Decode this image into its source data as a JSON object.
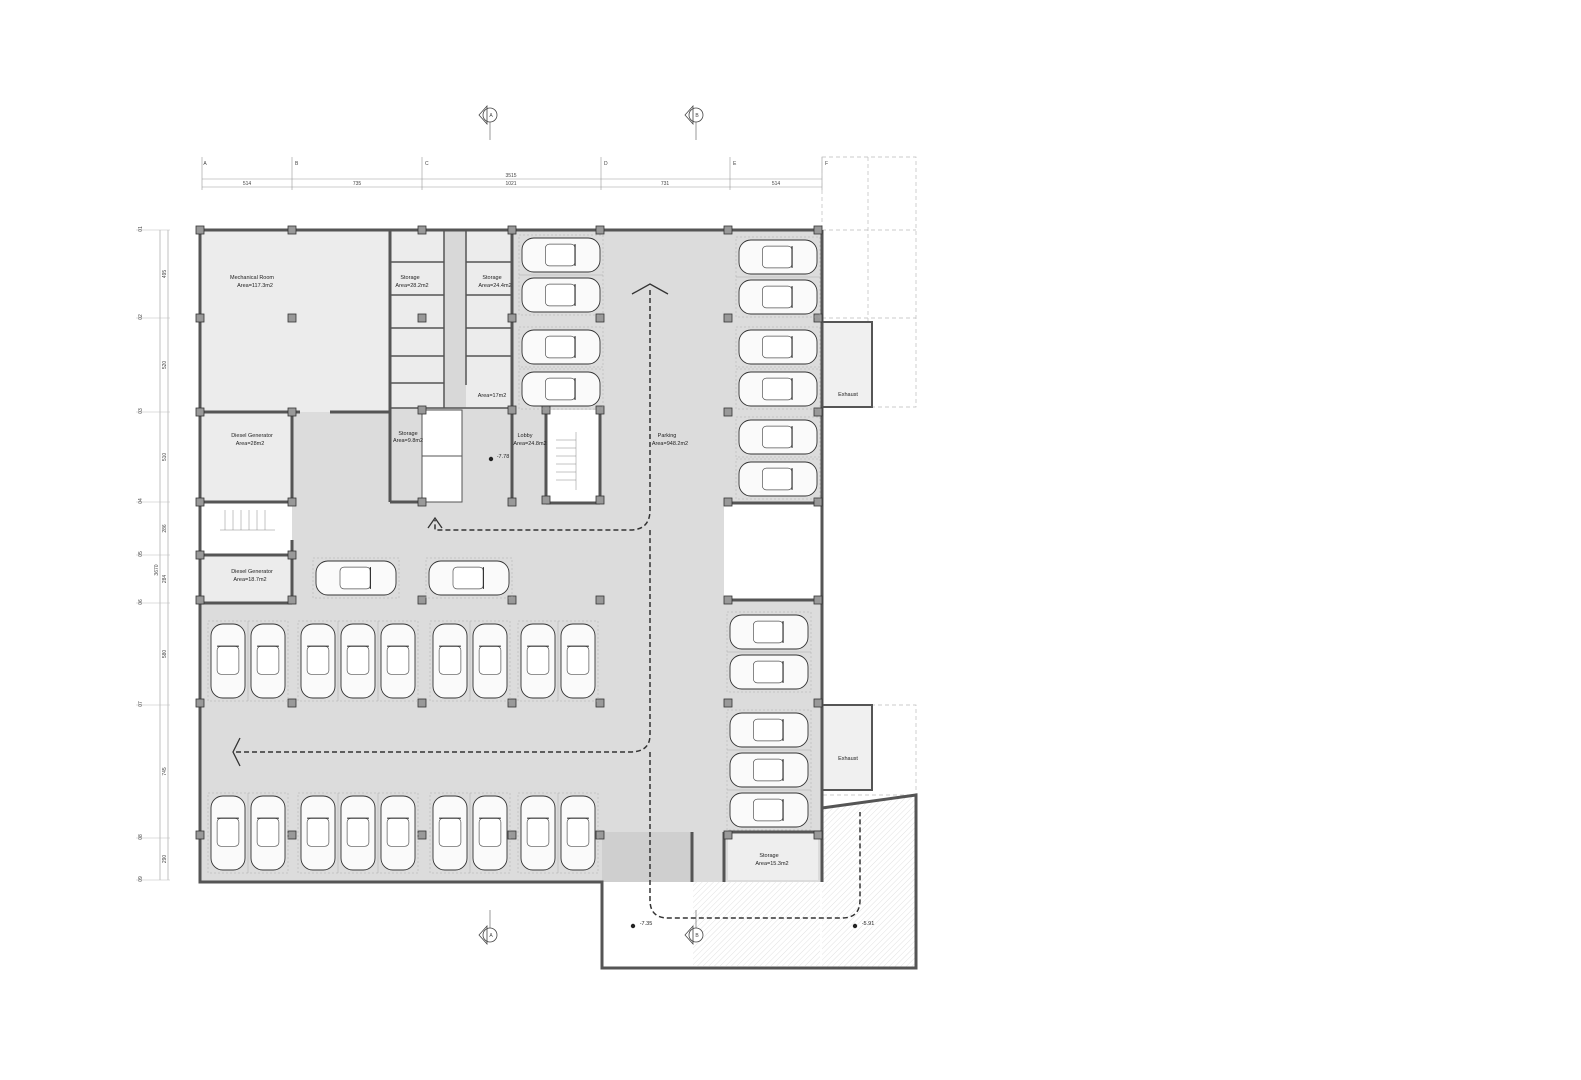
{
  "plan": {
    "grid_labels": [
      "A",
      "B",
      "C",
      "D",
      "E",
      "F"
    ],
    "overall_width": "3515",
    "bay_widths": [
      "514",
      "735",
      "1021",
      "731",
      "514"
    ],
    "row_labels": [
      "01",
      "02",
      "03",
      "04",
      "05",
      "06",
      "07",
      "08",
      "09"
    ],
    "overall_depth": "3670",
    "bay_depths": [
      "495",
      "520",
      "510",
      "286",
      "284",
      "580",
      "745",
      "290"
    ],
    "section_markers": [
      "A",
      "B",
      "A",
      "B"
    ],
    "elevations": [
      "-7.78",
      "-7.35",
      "-5.91"
    ],
    "rooms": {
      "mechanical": {
        "name": "Mechanical Room",
        "area": "Area=117.3m2"
      },
      "storage1": {
        "name": "Storage",
        "area": "Area=28.2m2"
      },
      "storage2": {
        "name": "Storage",
        "area": "Area=24.4m2"
      },
      "corridor": {
        "area": "Area=17m2"
      },
      "storage3": {
        "name": "Storage",
        "area": "Area=9.8m2"
      },
      "lobby": {
        "name": "Lobby",
        "area": "Area=24.8m2"
      },
      "parking": {
        "name": "Parking",
        "area": "Area=948.2m2"
      },
      "generator1": {
        "name": "Diesel Generator",
        "area": "Area=28m2"
      },
      "generator2": {
        "name": "Diesel Generator",
        "area": "Area=18.7m2"
      },
      "storage4": {
        "name": "Storage",
        "area": "Area=15.3m2"
      },
      "exhaust1": {
        "name": "Exhaust"
      },
      "exhaust2": {
        "name": "Exhaust"
      }
    }
  }
}
